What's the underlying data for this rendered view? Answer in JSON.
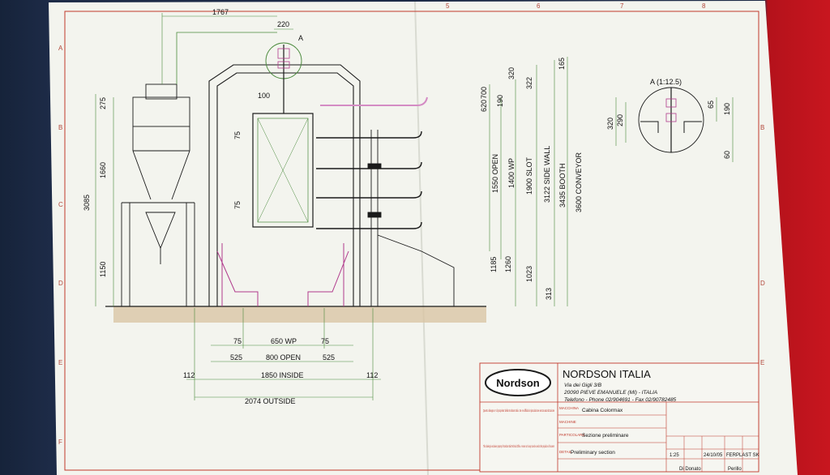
{
  "drawing": {
    "views": {
      "main_label": "A",
      "detail_label": "A (1:12.5)"
    },
    "dims_top": [
      "1767",
      "220",
      "100"
    ],
    "dims_left": [
      "275",
      "1660",
      "3085",
      "1150"
    ],
    "dims_small": [
      "75",
      "75"
    ],
    "dims_right_inner": [
      "700",
      "620",
      "1185"
    ],
    "dims_right_2": [
      "320",
      "190",
      "1260"
    ],
    "dims_right_3": [
      "322",
      "1023"
    ],
    "dims_right_outer": [
      "165",
      "313"
    ],
    "vertical_labels": [
      "1550 OPEN",
      "1400 WP",
      "1900 SLOT",
      "3122 SIDE WALL",
      "3435 BOOTH",
      "3600 CONVEYOR"
    ],
    "detail_dims": [
      "320",
      "290",
      "65",
      "190",
      "60"
    ],
    "bottom_dims": {
      "r1": [
        "75",
        "650 WP",
        "75"
      ],
      "r2": [
        "525",
        "800 OPEN",
        "525"
      ],
      "r3": [
        "112",
        "1850 INSIDE",
        "112"
      ],
      "r4": [
        "2074 OUTSIDE"
      ]
    },
    "grid_top": [
      "5",
      "6",
      "7",
      "8"
    ],
    "grid_left": [
      "A",
      "B",
      "C",
      "D",
      "E",
      "F"
    ]
  },
  "title_block": {
    "logo": "Nordson",
    "company": "NORDSON ITALIA",
    "address_1": "Via dei Gigli 3/B",
    "address_2": "20090 PIEVE EMANUELE (MI) - ITALIA",
    "phone": "Telefono - Phone 02/904691 - Fax 02/90782485",
    "macchina_label": "MACCHINA",
    "machine_label": "MACHINE",
    "machine_value": "Cabina Colormax",
    "particolare_label": "PARTICOLARE",
    "particolare_value": "Sezione preliminare",
    "detail_label": "DETAIL",
    "detail_value": "Preliminary section",
    "scale": "1:25",
    "date": "24/10/05",
    "client": "FERPLAST SK",
    "drawn_by": "Di Donato",
    "checked_by": "Perillo",
    "disclaimer_it": "Questo disegno e' di proprieta' della Nordson Italia. Se ne diffida la riproduzione senza autorizzazione",
    "disclaimer_en": "This drawing is exclusive property of Nordson Italia Technical Office. A reuse not in any case be used to the prejudice of its owner"
  },
  "colors": {
    "paper": "#f3f4ee",
    "black_line": "#1a1a1a",
    "green_line": "#4a8a3c",
    "magenta": "#b03a8c",
    "pink_gun": "#d48cc4",
    "border_red": "#c0392b",
    "floor": "#c9a77a"
  }
}
